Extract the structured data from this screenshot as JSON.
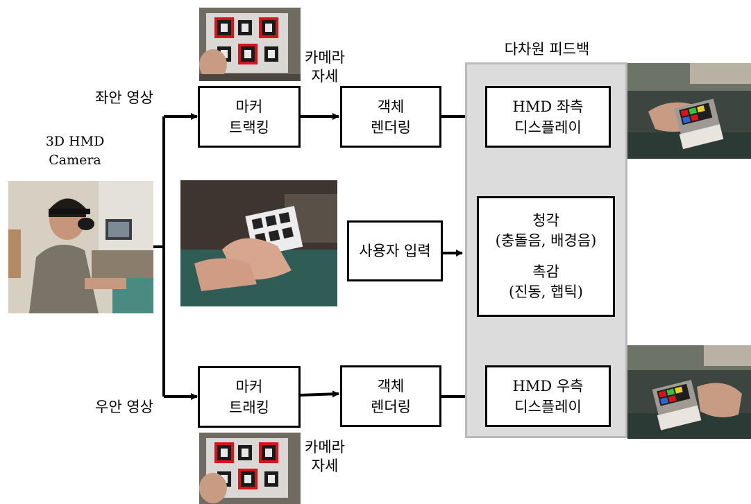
{
  "labels": {
    "left_image": "좌안 영상",
    "right_image": "우안 영상",
    "camera_line1": "3D HMD",
    "camera_line2": "Camera",
    "camera_pose_top_line1": "카메라",
    "camera_pose_top_line2": "자세",
    "camera_pose_bottom_line1": "카메라",
    "camera_pose_bottom_line2": "자세",
    "feedback_title": "다차원 피드백"
  },
  "boxes": {
    "marker_top": [
      "마커",
      "트랙킹"
    ],
    "render_top": [
      "객체",
      "렌더링"
    ],
    "hmd_left": [
      "HMD 좌측",
      "디스플레이"
    ],
    "user_input": [
      "사용자 입력"
    ],
    "feedback_detail": [
      "청각",
      "(충돌음, 배경음)",
      "",
      "촉감",
      "(진동, 햅틱)"
    ],
    "marker_bottom": [
      "마커",
      "트래킹"
    ],
    "render_bottom": [
      "객체",
      "렌더링"
    ],
    "hmd_right": [
      "HMD 우측",
      "디스플레이"
    ]
  },
  "colors": {
    "marker_red": "#d8141a",
    "panel_fill": "#dcdcdc",
    "panel_border": "#b9b9b9"
  }
}
